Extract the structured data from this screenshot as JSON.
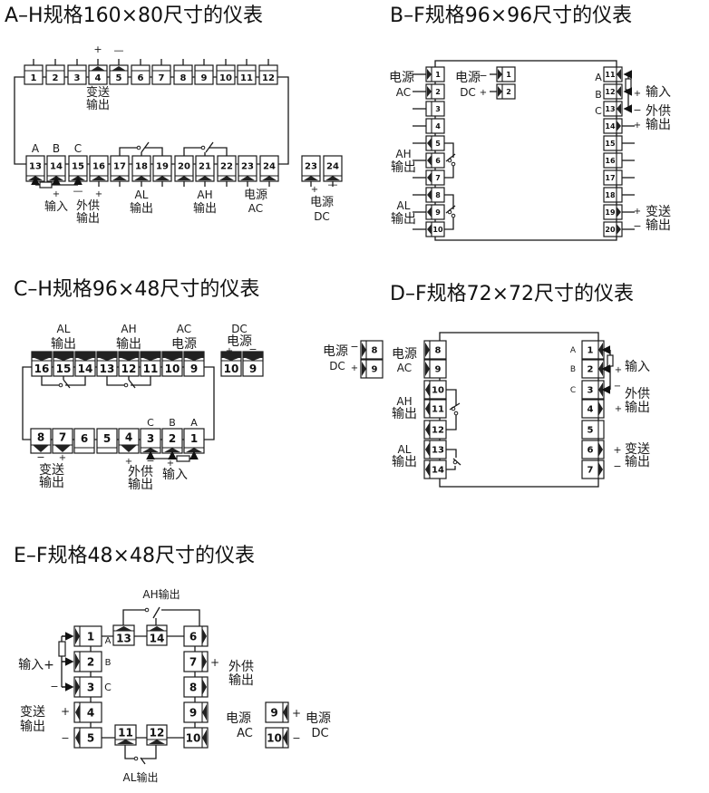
{
  "a": {
    "title": "A–H规格160×80尺寸的仪表",
    "terminals": [
      "1",
      "2",
      "3",
      "4",
      "5",
      "6",
      "7",
      "8",
      "9",
      "10",
      "11",
      "12",
      "13",
      "14",
      "15",
      "16",
      "17",
      "18",
      "19",
      "20",
      "21",
      "22",
      "23",
      "24",
      "23",
      "24"
    ],
    "labels": [
      "A",
      "B",
      "C",
      "+",
      "—",
      "变送",
      "输出",
      "+",
      "输入",
      "—",
      "+",
      "外供",
      "输出",
      "AL",
      "输出",
      "AH",
      "输出",
      "电源",
      "AC",
      "+",
      "—",
      "电源",
      "DC"
    ]
  },
  "b": {
    "title": "B–F规格96×96尺寸的仪表",
    "terminals": [
      "1",
      "2",
      "3",
      "4",
      "5",
      "6",
      "7",
      "8",
      "9",
      "10",
      "11",
      "12",
      "13",
      "14",
      "15",
      "16",
      "17",
      "18",
      "19",
      "20",
      "1",
      "2"
    ],
    "labels": [
      "电源",
      "AC",
      "电源",
      "DC",
      "−",
      "+",
      "AH",
      "输出",
      "AL",
      "输出",
      "A",
      "B",
      "C",
      "+",
      "输入",
      "−",
      "外供",
      "+",
      "输出",
      "+",
      "变送",
      "−",
      "输出"
    ]
  },
  "c": {
    "title": "C–H规格96×48尺寸的仪表",
    "terminals": [
      "16",
      "15",
      "14",
      "13",
      "12",
      "11",
      "10",
      "9",
      "10",
      "9",
      "8",
      "7",
      "6",
      "5",
      "4",
      "3",
      "2",
      "1"
    ],
    "labels": [
      "AL",
      "输出",
      "AH",
      "输出",
      "AC",
      "电源",
      "DC",
      "电源",
      "+",
      "−",
      "C",
      "B",
      "A",
      "−",
      "+",
      "变送",
      "输出",
      "+",
      "−",
      "外供",
      "输出",
      "+",
      "输入"
    ]
  },
  "d": {
    "title": "D–F规格72×72尺寸的仪表",
    "terminals": [
      "8",
      "9",
      "10",
      "11",
      "12",
      "13",
      "14",
      "8",
      "9",
      "1",
      "2",
      "3",
      "4",
      "5",
      "6",
      "7"
    ],
    "labels": [
      "电源",
      "DC",
      "−",
      "+",
      "电源",
      "AC",
      "AH",
      "输出",
      "AL",
      "输出",
      "A",
      "B",
      "C",
      "+",
      "输入",
      "−",
      "外供",
      "+",
      "输出",
      "+",
      "变送",
      "−",
      "输出"
    ]
  },
  "e": {
    "title": "E–F规格48×48尺寸的仪表",
    "terminals": [
      "1",
      "2",
      "3",
      "4",
      "5",
      "13",
      "14",
      "6",
      "7",
      "8",
      "9",
      "10",
      "11",
      "12",
      "9",
      "10"
    ],
    "labels": [
      "AH输出",
      "A",
      "B",
      "C",
      "输入+",
      "−",
      "+",
      "变送",
      "输出",
      "−",
      "+",
      "外供",
      "输出",
      "电源",
      "AC",
      "AL输出",
      "+",
      "−",
      "电源",
      "DC"
    ]
  }
}
